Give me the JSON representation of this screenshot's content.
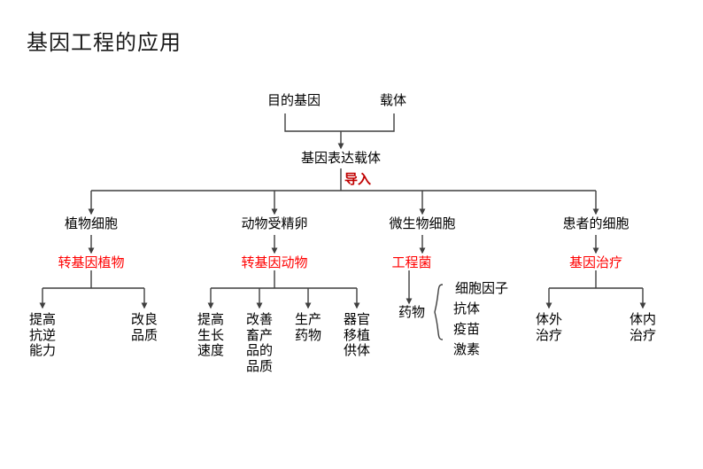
{
  "title": "基因工程的应用",
  "diagram": {
    "type": "flowchart",
    "inputs": [
      {
        "id": "target_gene",
        "label": "目的基因"
      },
      {
        "id": "vector",
        "label": "载体"
      }
    ],
    "combined": {
      "id": "expression_vector",
      "label": "基因表达载体"
    },
    "transfer_label": {
      "id": "introduce",
      "label": "导入",
      "color": "#c00000"
    },
    "branches": [
      {
        "id": "plant",
        "recipient": "植物细胞",
        "product": "转基因植物",
        "product_color": "#ff0000",
        "leaves": [
          {
            "lines": [
              "提高",
              "抗逆",
              "能力"
            ]
          },
          {
            "lines": [
              "改良",
              "品质"
            ]
          }
        ]
      },
      {
        "id": "animal",
        "recipient": "动物受精卵",
        "product": "转基因动物",
        "product_color": "#ff0000",
        "leaves": [
          {
            "lines": [
              "提高",
              "生长",
              "速度"
            ]
          },
          {
            "lines": [
              "改善",
              "畜产",
              "品的",
              "品质"
            ]
          },
          {
            "lines": [
              "生产",
              "药物"
            ]
          },
          {
            "lines": [
              "器官",
              "移植",
              "供体"
            ]
          }
        ]
      },
      {
        "id": "microbe",
        "recipient": "微生物细胞",
        "product": "工程菌",
        "product_color": "#ff0000",
        "group_label": "药物",
        "leaves": [
          {
            "lines": [
              "细胞因子"
            ]
          },
          {
            "lines": [
              "抗体"
            ]
          },
          {
            "lines": [
              "疫苗"
            ]
          },
          {
            "lines": [
              "激素"
            ]
          }
        ]
      },
      {
        "id": "patient",
        "recipient": "患者的细胞",
        "product": "基因治疗",
        "product_color": "#ff0000",
        "leaves": [
          {
            "lines": [
              "体外",
              "治疗"
            ]
          },
          {
            "lines": [
              "体内",
              "治疗"
            ]
          }
        ]
      }
    ],
    "colors": {
      "line": "#3f3f3f",
      "text": "#000000",
      "accent_red": "#ff0000",
      "accent_darkred": "#c00000",
      "background": "#ffffff"
    }
  }
}
